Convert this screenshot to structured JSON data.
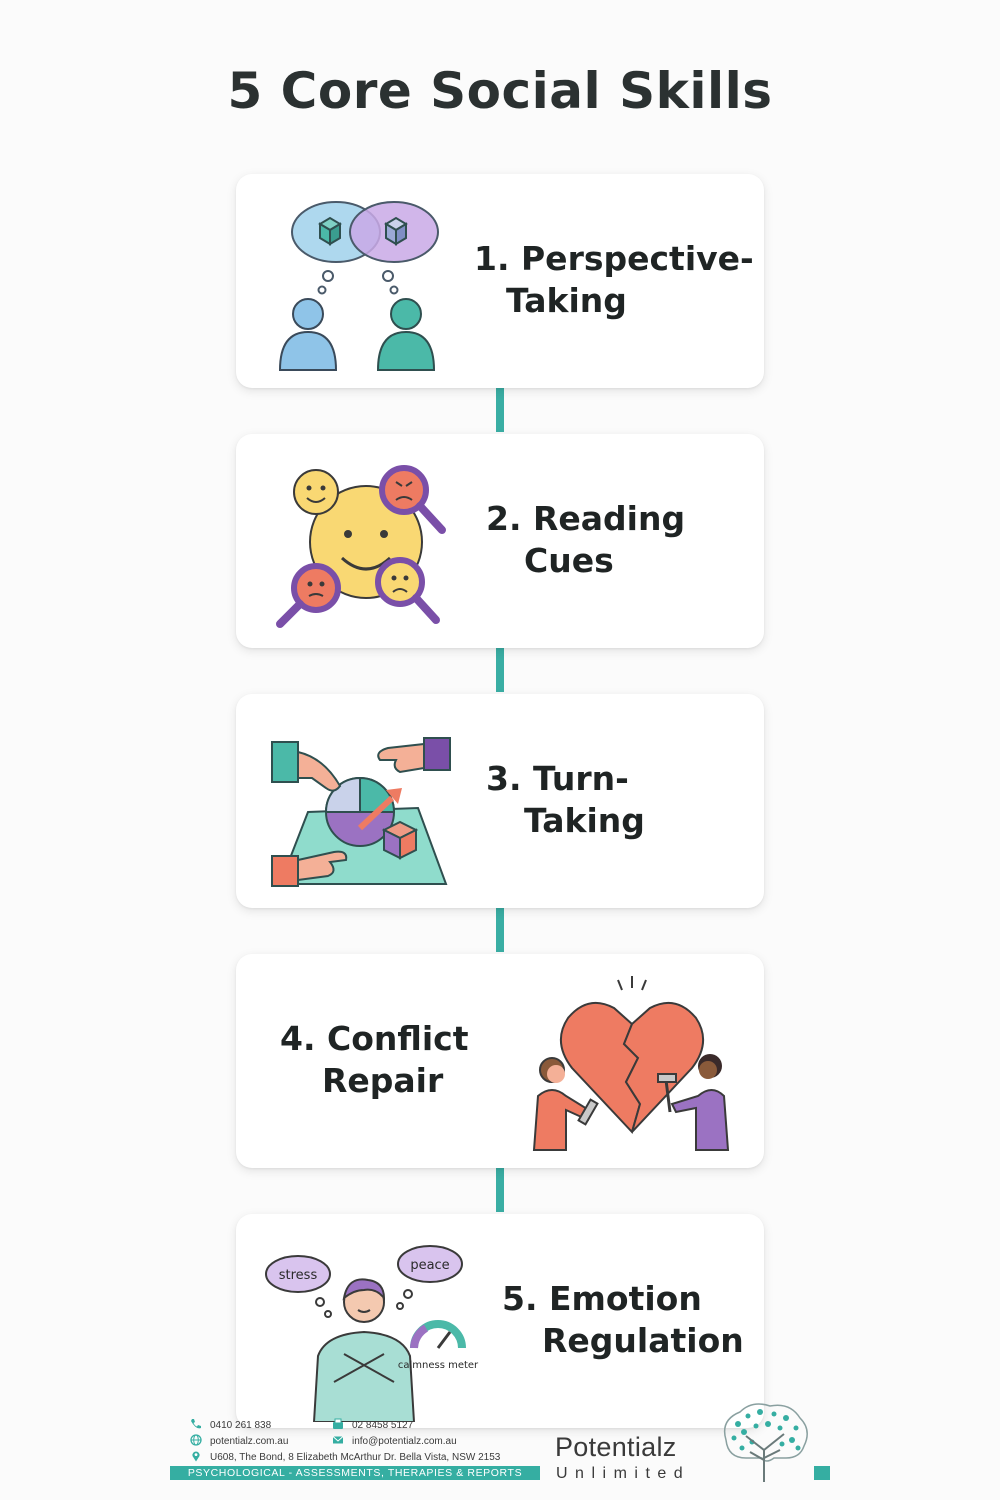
{
  "title": "5 Core Social Skills",
  "colors": {
    "accent": "#3aaea4",
    "blue": "#8fc4e8",
    "teal": "#4bb9a8",
    "purple": "#9b72c2",
    "coral": "#ee7b62",
    "yellow": "#f9d873"
  },
  "skills": [
    {
      "number": "1.",
      "line1": "Perspective-",
      "line2": "Taking",
      "icon": "two-people-thought-bubbles-icon"
    },
    {
      "number": "2.",
      "line1": "Reading",
      "line2": "Cues",
      "icon": "faces-magnifying-glass-icon"
    },
    {
      "number": "3.",
      "line1": "Turn-",
      "line2": "Taking",
      "icon": "hands-sharing-game-icon"
    },
    {
      "number": "4.",
      "line1": "Conflict",
      "line2": "Repair",
      "icon": "people-fixing-heart-icon"
    },
    {
      "number": "5.",
      "line1": "Emotion",
      "line2": "Regulation",
      "icon": "person-calmness-meter-icon"
    }
  ],
  "illustration_text": {
    "stress": "stress",
    "peace": "peace",
    "meter": "calmness meter"
  },
  "footer": {
    "phone": "0410 261 838",
    "fax": "02 8458 5127",
    "website": "potentialz.com.au",
    "email": "info@potentialz.com.au",
    "address": "U608, The Bond, 8 Elizabeth McArthur Dr. Bella Vista, NSW 2153",
    "tagline": "PSYCHOLOGICAL - ASSESSMENTS, THERAPIES & REPORTS",
    "brand_name": "Potentialz",
    "brand_sub": "Unlimited"
  }
}
